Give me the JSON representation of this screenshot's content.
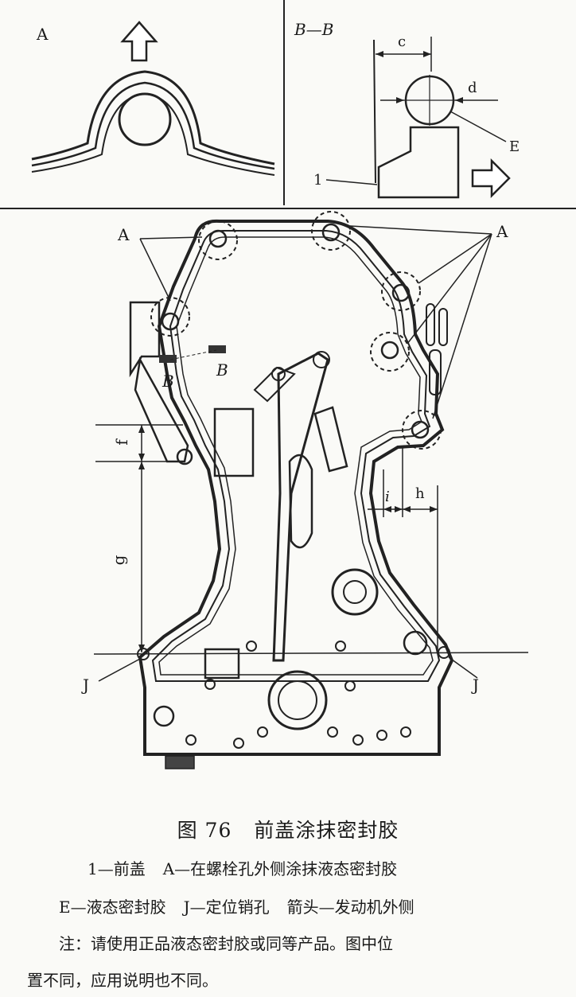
{
  "panel_a": {
    "label": "A"
  },
  "panel_b": {
    "label": "B—B",
    "dim_c": "c",
    "dim_d": "d",
    "callout_e": "E",
    "callout_1": "1"
  },
  "main": {
    "label_a_left": "A",
    "label_a_right": "A",
    "section_b_left": "B",
    "section_b_right": "B",
    "dim_f": "f",
    "dim_g": "g",
    "dim_i": "i",
    "dim_h": "h",
    "label_j_left": "J",
    "label_j_right": "J"
  },
  "caption": {
    "figure_number": "图 76",
    "figure_title": "前盖涂抹密封胶",
    "legend_1": "1—前盖",
    "legend_a": "A—在螺栓孔外侧涂抹液态密封胶",
    "legend_e": "E—液态密封胶",
    "legend_j": "J—定位销孔",
    "legend_arrow": "箭头—发动机外侧",
    "note_line1": "注：请使用正品液态密封胶或同等产品。图中位",
    "note_line2": "置不同，应用说明也不同。"
  }
}
